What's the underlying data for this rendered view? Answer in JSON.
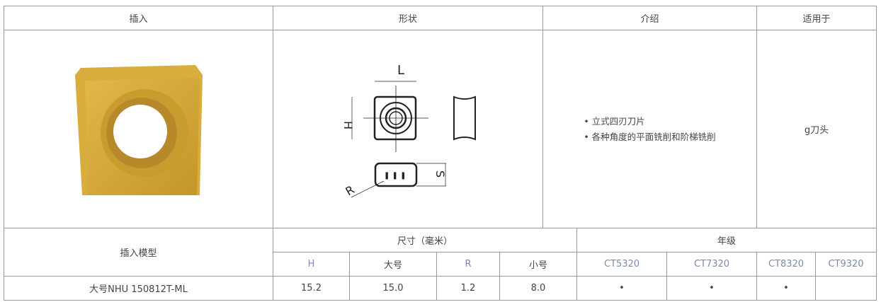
{
  "headers": {
    "insert": "插入",
    "shape": "形状",
    "intro": "介绍",
    "applies": "适用于"
  },
  "intro_items": [
    "立式四刃刀片",
    "各种角度的平面铣削和阶梯铣削"
  ],
  "applies_value": "g刀头",
  "diagram_labels": {
    "L": "L",
    "H": "H",
    "S": "S",
    "R": "R"
  },
  "spec": {
    "model_header": "插入模型",
    "size_header": "尺寸（毫米）",
    "grade_header": "年级",
    "size_cols": [
      "H",
      "大号",
      "R",
      "小号"
    ],
    "grade_cols": [
      "CT5320",
      "CT7320",
      "CT8320",
      "CT9320"
    ],
    "row": {
      "model": "大号NHU 150812T-ML",
      "sizes": [
        "15.2",
        "15.0",
        "1.2",
        "8.0"
      ],
      "grades": [
        "•",
        "•",
        "•",
        ""
      ]
    }
  },
  "colors": {
    "insert_gold": "#d4a632",
    "border": "#999999"
  }
}
